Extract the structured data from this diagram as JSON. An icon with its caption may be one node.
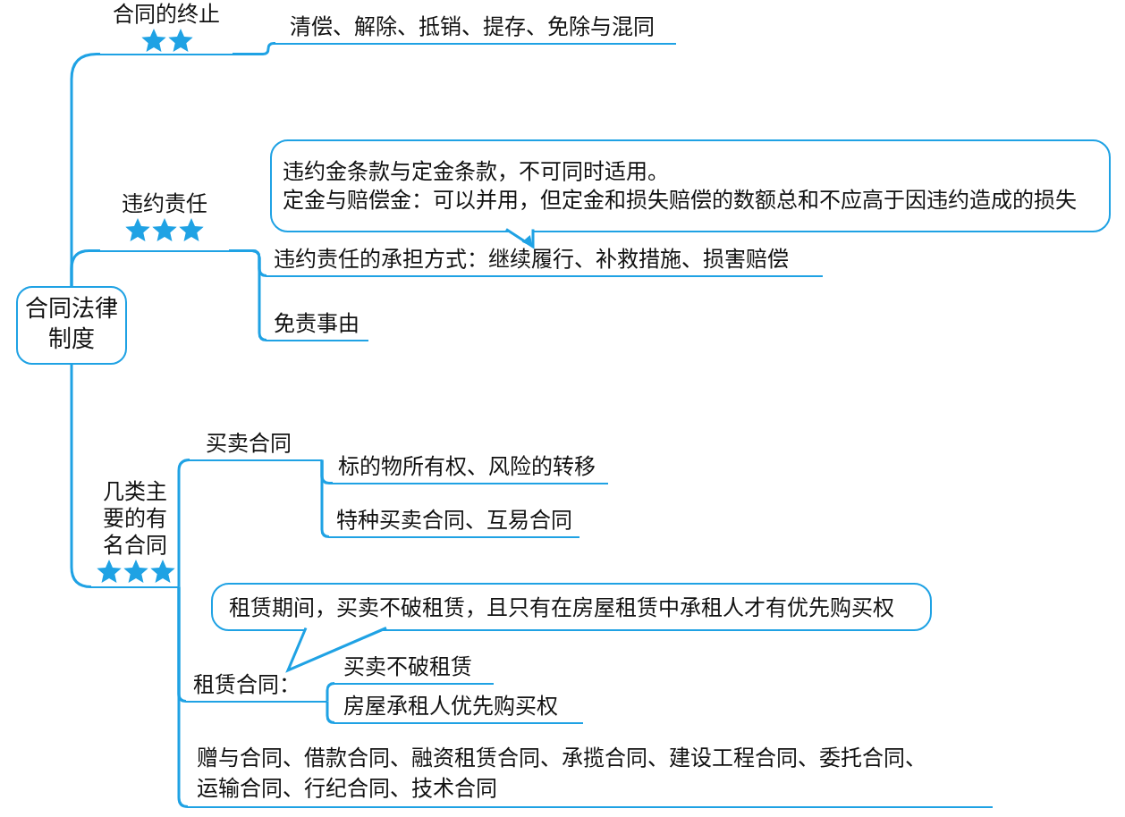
{
  "diagram": {
    "nodes": [
      {
        "text": [
          "合同法律制度"
        ]
      },
      {
        "text": [
          "合同的终止"
        ]
      },
      {
        "text": [
          "清偿、解除、抵销、提存、免除与混同"
        ]
      },
      {
        "text": [
          "违约责任"
        ]
      },
      {
        "text": [
          "违约金条款与定金条款，不可同时适用。",
          "定金与赔偿金：可以并用，但定金和损失赔偿的数额总和不应高于因违约造成的损失"
        ]
      },
      {
        "text": [
          "违约责任的承担方式：继续履行、补救措施、损害赔偿"
        ]
      },
      {
        "text": [
          "免责事由"
        ]
      },
      {
        "text": [
          "几类主要的有名合同"
        ]
      },
      {
        "text": [
          "买卖合同"
        ]
      },
      {
        "text": [
          "标的物所有权、风险的转移"
        ]
      },
      {
        "text": [
          "特种买卖合同、互易合同"
        ]
      },
      {
        "text": [
          "租赁期间，买卖不破租赁，且只有在房屋租赁中承租人才有优先购买权"
        ]
      },
      {
        "text": [
          "租赁合同："
        ]
      },
      {
        "text": [
          "买卖不破租赁"
        ]
      },
      {
        "text": [
          "房屋承租人优先购买权"
        ]
      },
      {
        "text": [
          "赠与合同、借款合同、融资租赁合同、承揽合同、建设工程合同、委托合同、运输合同、行纪合同、技术合同"
        ]
      }
    ],
    "edges": [
      {
        "from": 0,
        "to": 1,
        "arrow": "none"
      },
      {
        "from": 1,
        "to": 2,
        "arrow": "none"
      },
      {
        "from": 0,
        "to": 3,
        "arrow": "none"
      },
      {
        "from": 4,
        "to": 5,
        "arrow": "to"
      },
      {
        "from": 3,
        "to": 5,
        "arrow": "none"
      },
      {
        "from": 3,
        "to": 6,
        "arrow": "none"
      },
      {
        "from": 0,
        "to": 7,
        "arrow": "none"
      },
      {
        "from": 7,
        "to": 8,
        "arrow": "none"
      },
      {
        "from": 8,
        "to": 9,
        "arrow": "none"
      },
      {
        "from": 8,
        "to": 10,
        "arrow": "none"
      },
      {
        "from": 11,
        "to": 12,
        "arrow": "none"
      },
      {
        "from": 7,
        "to": 12,
        "arrow": "none"
      },
      {
        "from": 12,
        "to": 13,
        "arrow": "none"
      },
      {
        "from": 12,
        "to": 14,
        "arrow": "none"
      },
      {
        "from": 7,
        "to": 15,
        "arrow": "none"
      }
    ]
  }
}
